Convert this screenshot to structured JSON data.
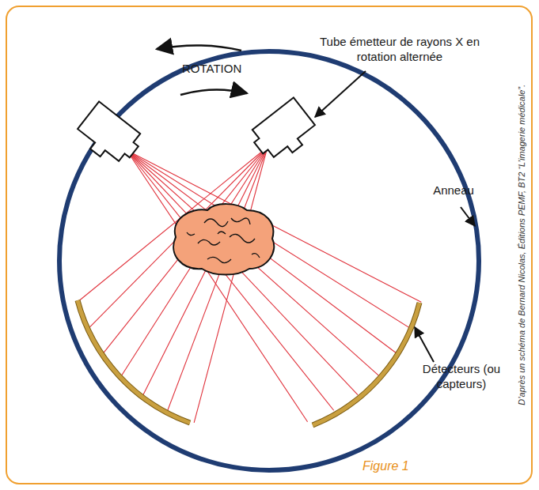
{
  "diagram": {
    "caption": "Figure 1",
    "labels": [
      "ROTATION",
      "Tube émetteur de rayons X en rotation alternée",
      "Anneau",
      "Détecteurs (ou capteurs)",
      "D’après un schéma de Bernard Nicolas, Éditions PEMF, BT2 “L’imagerie médicale”."
    ]
  }
}
